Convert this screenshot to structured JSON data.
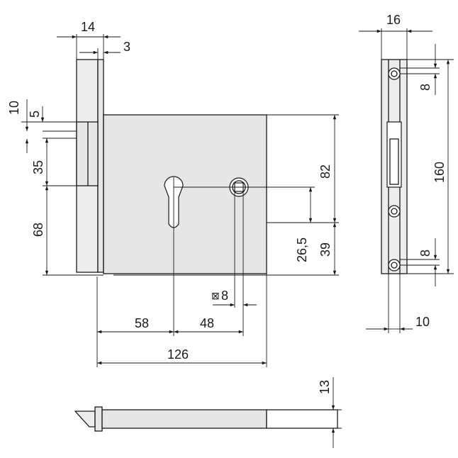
{
  "dimensions": {
    "faceplate_width": "14",
    "faceplate_thickness": "3",
    "bolt_offset_10": "10",
    "bolt_offset_5": "5",
    "bolt_height": "35",
    "lower_height": "68",
    "box_upper": "82",
    "box_lower": "39",
    "cylinder_to_spindle": "26,5",
    "spindle_square": "8",
    "backset": "58",
    "cylinder_spindle_dist": "48",
    "box_length": "126",
    "strike_width": "16",
    "strike_hole_top": "8",
    "strike_height": "160",
    "strike_hole_bottom": "8",
    "strike_inner": "10",
    "bolt_thickness": "13"
  },
  "symbols": {
    "square_symbol": "⊠"
  }
}
